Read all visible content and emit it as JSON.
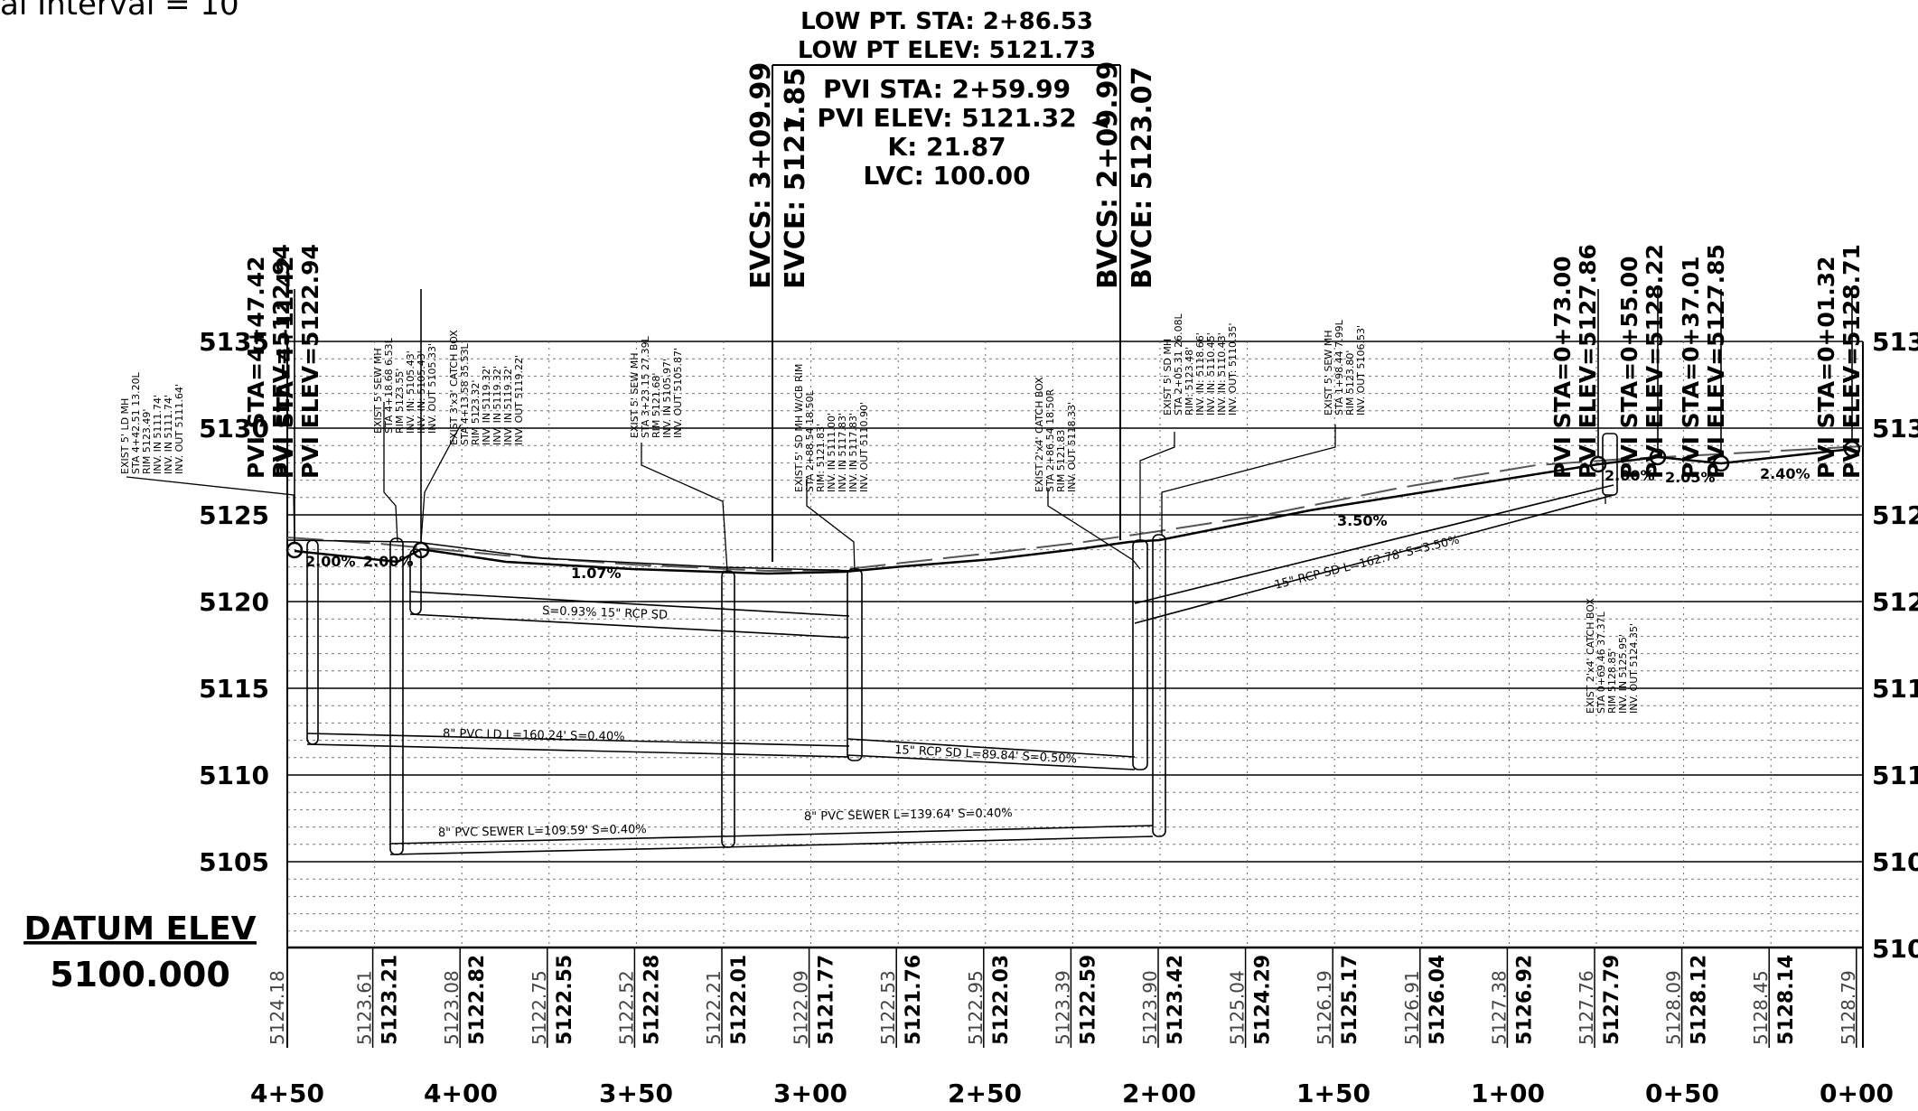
{
  "header_fragment": "al Interval = 10",
  "curve": {
    "low_pt_sta": "LOW PT. STA: 2+86.53",
    "low_pt_elev": "LOW PT ELEV: 5121.73",
    "pvi_sta": "PVI STA: 2+59.99",
    "pvi_elev": "PVI ELEV: 5121.32",
    "k": "K: 21.87",
    "lvc": "LVC: 100.00",
    "evcs": "EVCS: 3+09.99",
    "evce": "EVCE: 5121.85",
    "bvcs": "BVCS: 2+09.99",
    "bvce": "BVCE: 5123.07"
  },
  "pvi_labels": [
    {
      "sta": "PVI STA=4+47.42",
      "elev": "PVI ELEV=5122.94"
    },
    {
      "sta": "PVI STA=4+11.42",
      "elev": "PVI ELEV=5122.94"
    },
    {
      "sta": "PVI STA=0+73.00",
      "elev": "PVI ELEV=5127.86"
    },
    {
      "sta": "PVI STA=0+55.00",
      "elev": "PVI ELEV=5128.22"
    },
    {
      "sta": "PVI STA=0+37.01",
      "elev": "PVI ELEV=5127.85"
    },
    {
      "sta": "PVI STA=0+01.32",
      "elev": "PVI ELEV=5128.71"
    }
  ],
  "structures": [
    {
      "lines": [
        "EXIST 5' LD MH",
        "STA 4+42.51 13.20L",
        "RIM 5123.49'",
        "INV. IN 5111.74'",
        "INV. IN 5111.74'",
        "INV. OUT 5111.64'"
      ]
    },
    {
      "lines": [
        "EXIST 5' SEW MH",
        "STA 4+18.68 6.53L",
        "RIM 5123.55'",
        "INV. IN: 5105.43'",
        "INV. IN: 5105.43'",
        "INV. OUT 5105.33'"
      ]
    },
    {
      "lines": [
        "EXIST 3'x3' CATCH BOX",
        "STA 4+13.58 35.53L",
        "RIM 5123.32'",
        "INV. IN 5119.32'",
        "INV. IN 5119.32'",
        "INV. IN 5119.32'",
        "INV. OUT 5119.22'"
      ]
    },
    {
      "lines": [
        "EXIST 5' SEW MH",
        "STA 3+23.15 27.39L",
        "RIM 5121.68'",
        "INV. IN 5105.97'",
        "INV. OUT 5105.87'"
      ]
    },
    {
      "lines": [
        "EXIST 5' SD MH W/CB RIM",
        "STA 2+88.54 18.50L",
        "RIM: 5121.83'",
        "INV. IN 5111.00'",
        "INV. IN 5117.83'",
        "INV. IN 5117.83'",
        "INV. OUT 5110.90'"
      ]
    },
    {
      "lines": [
        "EXIST 2'x4' CATCH BOX",
        "STA 2+86.54 18.50R",
        "RIM 5121.83'",
        "INV. OUT 5118.33'"
      ]
    },
    {
      "lines": [
        "EXIST 5' SD MH",
        "STA 2+05.31 26.08L",
        "RIM: 5123.48'",
        "INV. IN: 5118.66'",
        "INV. IN: 5110.45'",
        "INV. IN: 5110.43'",
        "INV. OUT: 5110.35'"
      ]
    },
    {
      "lines": [
        "EXIST 5' SEW MH",
        "STA 1+98.44 7.99L",
        "RIM 5123.80'",
        "INV. OUT 5106.53'"
      ]
    },
    {
      "lines": [
        "EXIST 2'x4' CATCH BOX",
        "STA 0+69.46 37.37L",
        "RIM 5128.85'",
        "INV. IN 5125.95'",
        "INV. OUT 5124.35'"
      ]
    }
  ],
  "pipes": [
    {
      "label": "S=0.93%  15\" RCP SD"
    },
    {
      "label": "8\" PVC LD  L=160.24'  S=0.40%"
    },
    {
      "label": "15\" RCP SD  L=89.84'  S=0.50%"
    },
    {
      "label": "8\" PVC SEWER  L=109.59'  S=0.40%"
    },
    {
      "label": "8\" PVC SEWER  L=139.64'  S=0.40%"
    },
    {
      "label": "15\" RCP SD  L=162.78'  S=3.50%"
    }
  ],
  "grades": [
    "2.00%",
    "2.00%",
    "1.07%",
    "3.50%",
    "2.00%",
    "2.05%",
    "2.40%"
  ],
  "elev_labels_left": [
    "5135",
    "5130",
    "5125",
    "5120",
    "5115",
    "5110",
    "5105"
  ],
  "elev_labels_right": [
    "513",
    "513",
    "512",
    "512",
    "511",
    "511",
    "510",
    "510"
  ],
  "datum": {
    "title": "DATUM ELEV",
    "value": "5100.000"
  },
  "station_labels": [
    "4+50",
    "4+00",
    "3+50",
    "3+00",
    "2+50",
    "2+00",
    "1+50",
    "1+00",
    "0+50",
    "0+00"
  ],
  "profile_elevs": [
    {
      "existing": "5124.18",
      "proposed": ""
    },
    {
      "existing": "5123.61",
      "proposed": "5123.21"
    },
    {
      "existing": "5123.08",
      "proposed": "5122.82"
    },
    {
      "existing": "5122.75",
      "proposed": "5122.55"
    },
    {
      "existing": "5122.52",
      "proposed": "5122.28"
    },
    {
      "existing": "5122.21",
      "proposed": "5122.01"
    },
    {
      "existing": "5122.09",
      "proposed": "5121.77"
    },
    {
      "existing": "5122.53",
      "proposed": "5121.76"
    },
    {
      "existing": "5122.95",
      "proposed": "5122.03"
    },
    {
      "existing": "5123.39",
      "proposed": "5122.59"
    },
    {
      "existing": "5123.90",
      "proposed": "5123.42"
    },
    {
      "existing": "5125.04",
      "proposed": "5124.29"
    },
    {
      "existing": "5126.19",
      "proposed": "5125.17"
    },
    {
      "existing": "5126.91",
      "proposed": "5126.04"
    },
    {
      "existing": "5127.38",
      "proposed": "5126.92"
    },
    {
      "existing": "5127.76",
      "proposed": "5127.79"
    },
    {
      "existing": "5128.09",
      "proposed": "5128.12"
    },
    {
      "existing": "5128.45",
      "proposed": "5128.14"
    },
    {
      "existing": "5128.79",
      "proposed": ""
    }
  ],
  "colors": {
    "ink": "#000000",
    "grid": "#555555",
    "existing_ground": "#666666"
  }
}
